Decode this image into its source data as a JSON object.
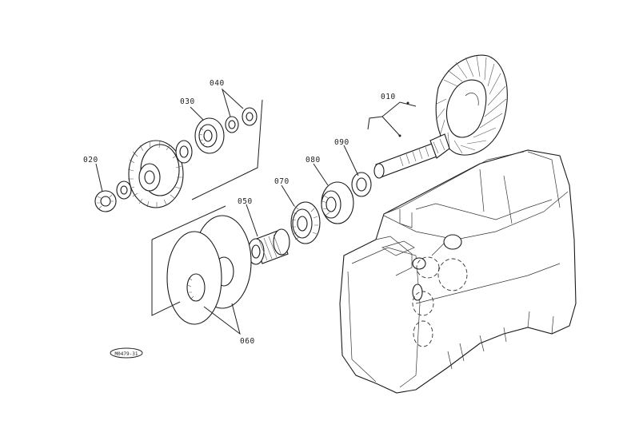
{
  "diagram": {
    "callouts": {
      "c010": "010",
      "c020": "020",
      "c030": "030",
      "c040": "040",
      "c050": "050",
      "c060": "060",
      "c070": "070",
      "c080": "080",
      "c090": "090"
    },
    "drawing_code": "M0479-31"
  }
}
